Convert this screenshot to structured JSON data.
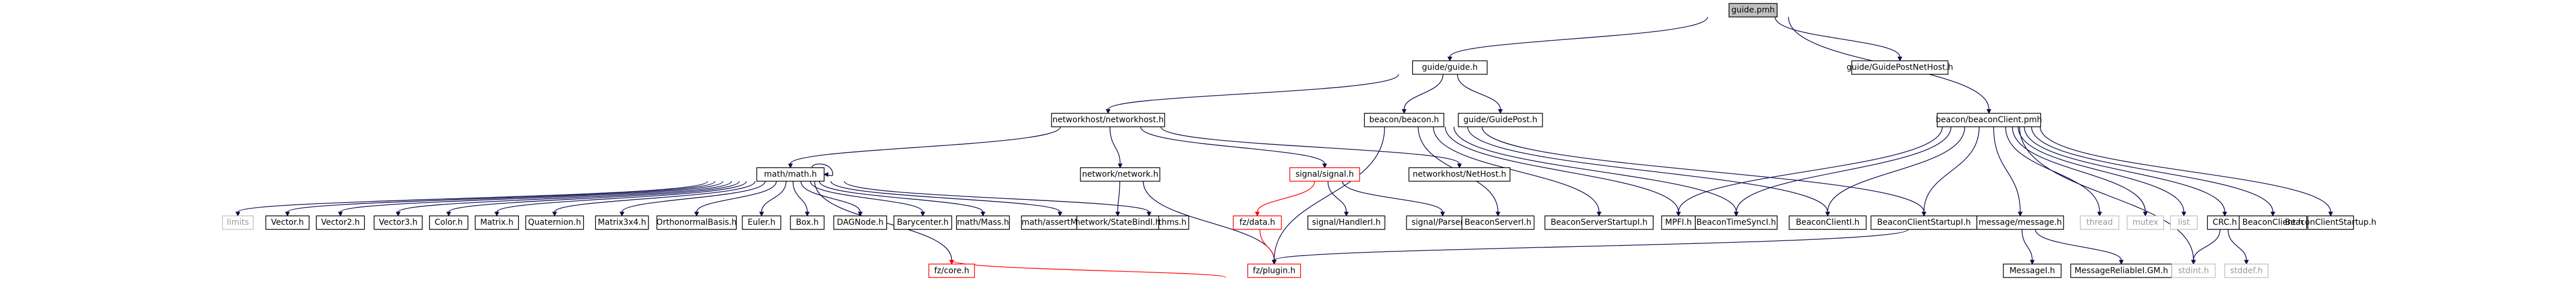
{
  "nodes": [
    {
      "id": "root",
      "label": "guide.pmh",
      "style": "root"
    },
    {
      "id": "guide_h",
      "label": "guide/guide.h"
    },
    {
      "id": "guidepostnethost",
      "label": "guide/GuidePostNetHost.h"
    },
    {
      "id": "beaconclient_pmh",
      "label": "beacon/beaconClient.pmh"
    },
    {
      "id": "networkhost",
      "label": "networkhost/networkhost.h"
    },
    {
      "id": "beacon_h",
      "label": "beacon/beacon.h"
    },
    {
      "id": "guidepost",
      "label": "guide/GuidePost.h"
    },
    {
      "id": "mathmath",
      "label": "math/math.h"
    },
    {
      "id": "networknetwork",
      "label": "network/network.h"
    },
    {
      "id": "signalsignal",
      "label": "signal/signal.h",
      "style": "red"
    },
    {
      "id": "nethost",
      "label": "networkhost/NetHost.h"
    },
    {
      "id": "limits",
      "label": "limits",
      "style": "grey"
    },
    {
      "id": "vector",
      "label": "Vector.h"
    },
    {
      "id": "vector2",
      "label": "Vector2.h"
    },
    {
      "id": "vector3",
      "label": "Vector3.h"
    },
    {
      "id": "color",
      "label": "Color.h"
    },
    {
      "id": "matrix",
      "label": "Matrix.h"
    },
    {
      "id": "quaternion",
      "label": "Quaternion.h"
    },
    {
      "id": "matrix3x4",
      "label": "Matrix3x4.h"
    },
    {
      "id": "orthonormal",
      "label": "OrthonormalBasis.h"
    },
    {
      "id": "euler",
      "label": "Euler.h"
    },
    {
      "id": "box",
      "label": "Box.h"
    },
    {
      "id": "dagnode",
      "label": "DAGNode.h"
    },
    {
      "id": "barycenter",
      "label": "Barycenter.h"
    },
    {
      "id": "mathmass",
      "label": "math/Mass.h"
    },
    {
      "id": "mathassert",
      "label": "math/assertMath.h"
    },
    {
      "id": "mathalgorithms",
      "label": "math/algorithms.h"
    },
    {
      "id": "statebindi",
      "label": "network/StateBindI.h"
    },
    {
      "id": "fzdata",
      "label": "fz/data.h",
      "style": "red"
    },
    {
      "id": "signalhandleri",
      "label": "signal/HandlerI.h"
    },
    {
      "id": "signalparseri",
      "label": "signal/ParserI.h"
    },
    {
      "id": "fzplugin",
      "label": "fz/plugin.h",
      "style": "red"
    },
    {
      "id": "fzcore",
      "label": "fz/core.h",
      "style": "red"
    },
    {
      "id": "beaconserveri",
      "label": "BeaconServerI.h"
    },
    {
      "id": "beaconserverstartupi",
      "label": "BeaconServerStartupI.h"
    },
    {
      "id": "mpfi",
      "label": "MPFI.h"
    },
    {
      "id": "beacontimesynci",
      "label": "BeaconTimeSyncI.h"
    },
    {
      "id": "beaconclienti",
      "label": "BeaconClientI.h"
    },
    {
      "id": "beaconclientstartupi",
      "label": "BeaconClientStartupI.h"
    },
    {
      "id": "messagemessage",
      "label": "message/message.h"
    },
    {
      "id": "thread",
      "label": "thread",
      "style": "grey"
    },
    {
      "id": "mutex",
      "label": "mutex",
      "style": "grey"
    },
    {
      "id": "list",
      "label": "list",
      "style": "grey"
    },
    {
      "id": "crc",
      "label": "CRC.h"
    },
    {
      "id": "beaconclient_h",
      "label": "BeaconClient.h"
    },
    {
      "id": "beaconclientstartup_h",
      "label": "BeaconClientStartup.h"
    },
    {
      "id": "messagei",
      "label": "MessageI.h"
    },
    {
      "id": "messagereliable",
      "label": "MessageReliableI.GM.h"
    },
    {
      "id": "stdint",
      "label": "stdint.h",
      "style": "grey"
    },
    {
      "id": "stddef",
      "label": "stddef.h",
      "style": "grey"
    }
  ],
  "edges": [
    [
      "root",
      "guide_h"
    ],
    [
      "root",
      "guidepostnethost"
    ],
    [
      "root",
      "beaconclient_pmh"
    ],
    [
      "guide_h",
      "networkhost"
    ],
    [
      "guide_h",
      "beacon_h"
    ],
    [
      "guide_h",
      "guidepost"
    ],
    [
      "networkhost",
      "mathmath"
    ],
    [
      "networkhost",
      "networknetwork"
    ],
    [
      "networkhost",
      "signalsignal"
    ],
    [
      "networkhost",
      "nethost"
    ],
    [
      "mathmath",
      "limits"
    ],
    [
      "mathmath",
      "vector"
    ],
    [
      "mathmath",
      "vector2"
    ],
    [
      "mathmath",
      "vector3"
    ],
    [
      "mathmath",
      "color"
    ],
    [
      "mathmath",
      "matrix"
    ],
    [
      "mathmath",
      "quaternion"
    ],
    [
      "mathmath",
      "matrix3x4"
    ],
    [
      "mathmath",
      "orthonormal"
    ],
    [
      "mathmath",
      "euler"
    ],
    [
      "mathmath",
      "box"
    ],
    [
      "mathmath",
      "dagnode"
    ],
    [
      "mathmath",
      "barycenter"
    ],
    [
      "mathmath",
      "mathmass"
    ],
    [
      "mathmath",
      "mathassert"
    ],
    [
      "mathmath",
      "mathalgorithms"
    ],
    [
      "mathmath",
      "fzcore"
    ],
    [
      "mathmath",
      "mathmath"
    ],
    [
      "networknetwork",
      "statebindi"
    ],
    [
      "networknetwork",
      "fzplugin"
    ],
    [
      "signalsignal",
      "fzdata",
      "red"
    ],
    [
      "signalsignal",
      "signalhandleri"
    ],
    [
      "signalsignal",
      "signalparseri"
    ],
    [
      "fzdata",
      "fzplugin",
      "red"
    ],
    [
      "fzplugin",
      "fzcore",
      "red"
    ],
    [
      "beacon_h",
      "fzplugin"
    ],
    [
      "beacon_h",
      "beaconserveri"
    ],
    [
      "beacon_h",
      "beaconserverstartupi"
    ],
    [
      "beacon_h",
      "mpfi"
    ],
    [
      "beacon_h",
      "beacontimesynci"
    ],
    [
      "beacon_h",
      "beaconclienti"
    ],
    [
      "beacon_h",
      "beaconclientstartupi"
    ],
    [
      "beaconclient_pmh",
      "mpfi"
    ],
    [
      "beaconclient_pmh",
      "beacontimesynci"
    ],
    [
      "beaconclient_pmh",
      "beaconclienti"
    ],
    [
      "beaconclient_pmh",
      "beaconclientstartupi"
    ],
    [
      "beaconclient_pmh",
      "messagemessage"
    ],
    [
      "beaconclient_pmh",
      "thread"
    ],
    [
      "beaconclient_pmh",
      "mutex"
    ],
    [
      "beaconclient_pmh",
      "list"
    ],
    [
      "beaconclient_pmh",
      "crc"
    ],
    [
      "beaconclient_pmh",
      "stdint"
    ],
    [
      "beaconclient_pmh",
      "beaconclient_h"
    ],
    [
      "beaconclient_pmh",
      "beaconclientstartup_h"
    ],
    [
      "messagemessage",
      "fzplugin"
    ],
    [
      "messagemessage",
      "messagei"
    ],
    [
      "messagemessage",
      "messagereliable"
    ],
    [
      "crc",
      "stdint"
    ],
    [
      "crc",
      "stddef"
    ]
  ]
}
